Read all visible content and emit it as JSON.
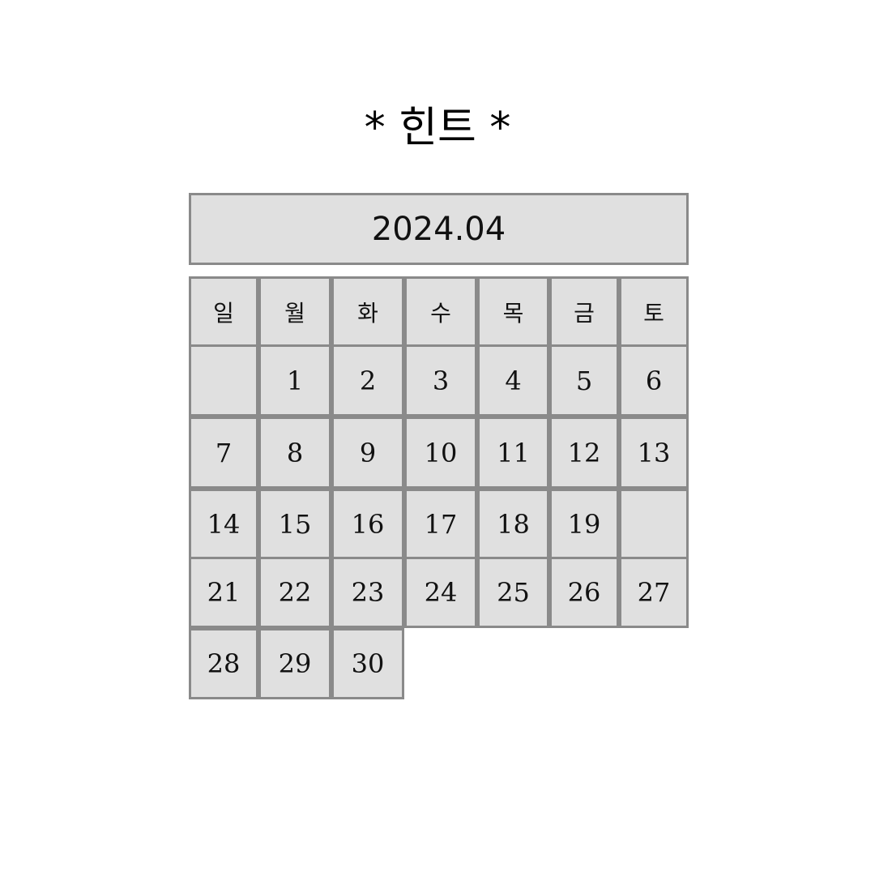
{
  "title": "* 힌트 *",
  "month": "2024.04",
  "weekdays": [
    "일",
    "월",
    "화",
    "수",
    "목",
    "금",
    "토"
  ],
  "weeks": [
    [
      "",
      "1",
      "2",
      "3",
      "4",
      "5",
      "6"
    ],
    [
      "7",
      "8",
      "9",
      "10",
      "11",
      "12",
      "13"
    ],
    [
      "14",
      "15",
      "16",
      "17",
      "18",
      "19",
      ""
    ],
    [
      "21",
      "22",
      "23",
      "24",
      "25",
      "26",
      "27"
    ],
    [
      "28",
      "29",
      "30"
    ]
  ],
  "colors": {
    "cell_fill": "#e0e0e0",
    "cell_border": "#8a8a8a",
    "text": "#111111",
    "background": "#ffffff"
  }
}
